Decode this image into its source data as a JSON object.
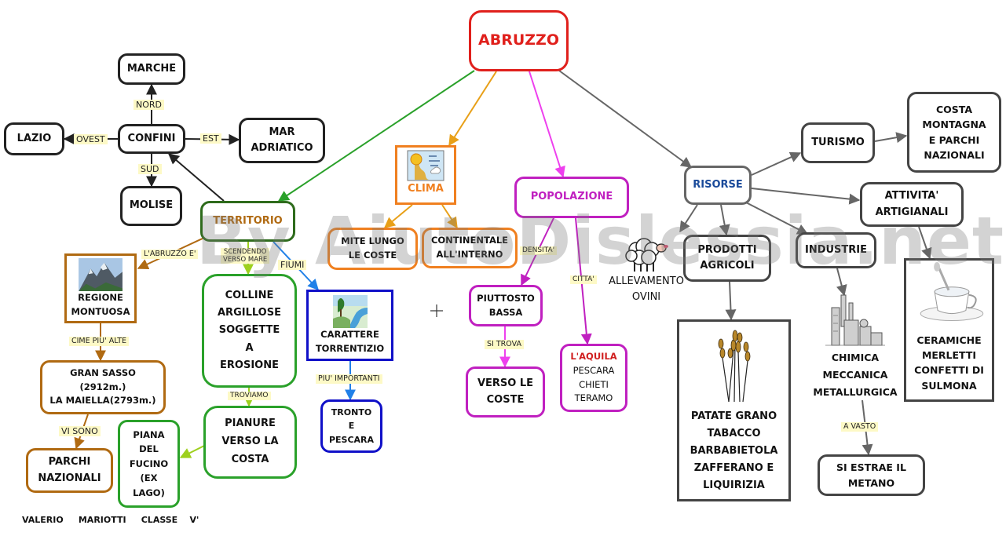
{
  "palette": {
    "red": "#e0201c",
    "green": "#2aa12a",
    "darkgreen": "#2e6b1c",
    "orange": "#f08020",
    "brown": "#b06a12",
    "magenta": "#c020c0",
    "blue": "#1010c8",
    "gray": "#666666",
    "black": "#222222",
    "lime": "#9ed01e",
    "azure": "#2080e8",
    "gold": "#e8a018",
    "pink": "#ee40ee"
  },
  "nodes": [
    {
      "id": "abruzzo",
      "text": "ABRUZZO"
    },
    {
      "id": "marche",
      "text": "MARCHE"
    },
    {
      "id": "confini",
      "text": "CONFINI"
    },
    {
      "id": "lazio",
      "text": "LAZIO"
    },
    {
      "id": "mar",
      "text": "MAR\nADRIATICO"
    },
    {
      "id": "molise",
      "text": "MOLISE"
    },
    {
      "id": "territorio",
      "text": "TERRITORIO"
    },
    {
      "id": "clima",
      "text": "CLIMA"
    },
    {
      "id": "mite",
      "text": "MITE   LUNGO\nLE  COSTE"
    },
    {
      "id": "continentale",
      "text": "CONTINENTALE\nALL'INTERNO"
    },
    {
      "id": "popolazione",
      "text": "POPOLAZIONE"
    },
    {
      "id": "risorse",
      "text": "RISORSE"
    },
    {
      "id": "turismo",
      "text": "TURISMO"
    },
    {
      "id": "costa",
      "text": "COSTA\nMONTAGNA\nE  PARCHI\nNAZIONALI"
    },
    {
      "id": "attivita",
      "text": "ATTIVITA'\nARTIGIANALI"
    },
    {
      "id": "regione",
      "text": "REGIONE\nMONTUOSA"
    },
    {
      "id": "colline",
      "text": "COLLINE\nARGILLOSE\nSOGGETTE\nA\nEROSIONE"
    },
    {
      "id": "carattere",
      "text": "CARATTERE\nTORRENTIZIO"
    },
    {
      "id": "gransasso",
      "text": "GRAN    SASSO\n(2912m.)\nLA    MAIELLA(2793m.)"
    },
    {
      "id": "parchi",
      "text": "PARCHI\nNAZIONALI"
    },
    {
      "id": "piana",
      "text": "PIANA\nDEL\nFUCINO\n(EX\nLAGO)"
    },
    {
      "id": "pianure",
      "text": "PIANURE\nVERSO   LA\nCOSTA"
    },
    {
      "id": "tronto",
      "text": "TRONTO\nE\nPESCARA"
    },
    {
      "id": "bassa",
      "text": "PIUTTOSTO\nBASSA"
    },
    {
      "id": "versocoste",
      "text": "VERSO    LE\nCOSTE"
    },
    {
      "id": "aquila",
      "text": "L'AQUILA",
      "sub": "PESCARA\nCHIETI\nTERAMO"
    },
    {
      "id": "prodotti",
      "text": "PRODOTTI\nAGRICOLI"
    },
    {
      "id": "industrie",
      "text": "INDUSTRIE"
    },
    {
      "id": "patate",
      "text": "PATATE    GRANO\nTABACCO\nBARBABIETOLA\nZAFFERANO    E\nLIQUIRIZIA"
    },
    {
      "id": "metano",
      "text": "SI  ESTRAE  IL\nMETANO"
    },
    {
      "id": "ceramiche",
      "text": "CERAMICHE\nMERLETTI\nCONFETTI    DI\nSULMONA"
    }
  ],
  "edge_labels": [
    {
      "id": "nord",
      "text": "NORD"
    },
    {
      "id": "ovest",
      "text": "OVEST"
    },
    {
      "id": "est",
      "text": "EST"
    },
    {
      "id": "sud",
      "text": "SUD"
    },
    {
      "id": "labruzzo",
      "text": "L'ABRUZZO  E'"
    },
    {
      "id": "scendendo",
      "text": "SCENDENDO\nVERSO     MARE"
    },
    {
      "id": "fiumi",
      "text": "FIUMI"
    },
    {
      "id": "cime",
      "text": "CIME  PIU'  ALTE"
    },
    {
      "id": "visono",
      "text": "VI  SONO"
    },
    {
      "id": "troviamo",
      "text": "TROVIAMO"
    },
    {
      "id": "piuimportanti",
      "text": "PIU'  IMPORTANTI"
    },
    {
      "id": "densita",
      "text": "DENSITA'"
    },
    {
      "id": "citta",
      "text": "CITTA'"
    },
    {
      "id": "sitrova",
      "text": "SI  TROVA"
    },
    {
      "id": "avasto",
      "text": "A  VASTO"
    }
  ],
  "free_text": {
    "allevamento": "ALLEVAMENTO\nOVINI",
    "industrie_list": "CHIMICA\nMECCANICA\nMETALLURGICA",
    "author": "VALERIO     MARIOTTI     CLASSE    V'",
    "watermark": "By AiutoDislessia.net"
  },
  "icons": [
    {
      "id": "clima-icon",
      "semantic": "weather-map-icon"
    },
    {
      "id": "regione-icon",
      "semantic": "mountain-icon"
    },
    {
      "id": "carattere-icon",
      "semantic": "river-landscape-icon"
    },
    {
      "id": "sheep-icon",
      "semantic": "sheep-icon"
    },
    {
      "id": "wheat-icon",
      "semantic": "wheat-icon"
    },
    {
      "id": "factory-icon",
      "semantic": "factory-icon"
    },
    {
      "id": "cup-icon",
      "semantic": "teacup-icon"
    }
  ]
}
